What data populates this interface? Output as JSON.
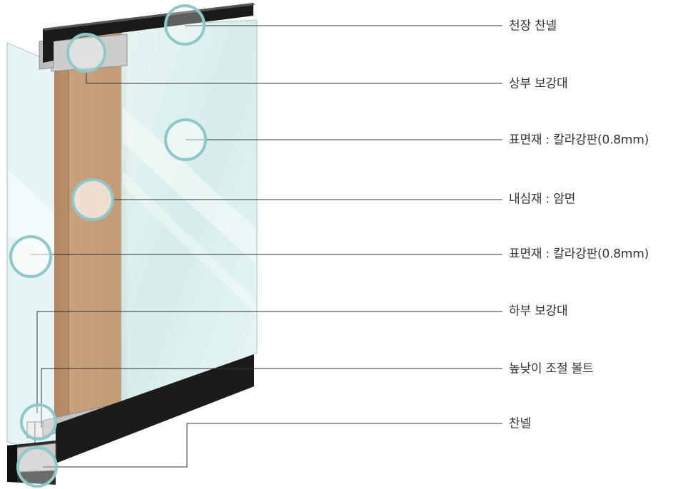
{
  "labels": [
    "천장 찬넬",
    "상부 보강대",
    "표면재 : 칼라강판(0.8mm)",
    "내심재 : 암면",
    "표면재 : 칼라강판(0.8mm)",
    "하부 보강대",
    "높낮이 조절 볼트",
    "찬넬"
  ],
  "colors": {
    "glass": "#dff2f1",
    "glass_edge": "#b8d3cf",
    "core": "#c39a76",
    "frame": "#1a1a1a",
    "marker": "#8ec8c8",
    "leader": "#333333",
    "text": "#333333"
  }
}
